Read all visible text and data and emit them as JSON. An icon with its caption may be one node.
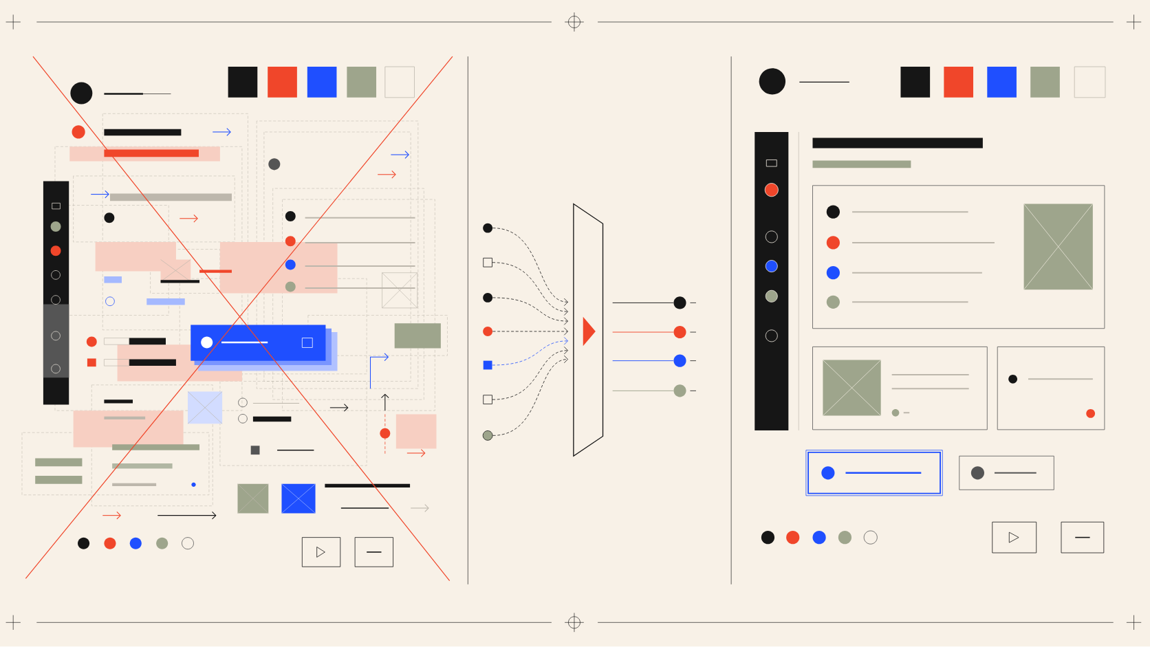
{
  "diagram": {
    "nodes": [
      {
        "text": [],
        "shape": "circle"
      },
      {
        "text": [],
        "shape": "box"
      },
      {
        "text": [],
        "shape": "circle"
      },
      {
        "text": [],
        "shape": "circle"
      },
      {
        "text": [],
        "shape": "box"
      },
      {
        "text": [],
        "shape": "box"
      },
      {
        "text": [],
        "shape": "circle"
      },
      {
        "text": [],
        "shape": "trapezoid"
      },
      {
        "text": [],
        "shape": "circle"
      },
      {
        "text": [],
        "shape": "circle"
      },
      {
        "text": [],
        "shape": "circle"
      },
      {
        "text": [],
        "shape": "circle"
      }
    ],
    "edges": [
      {
        "from": 0,
        "to": 7,
        "arrow": "to",
        "style": "dashed"
      },
      {
        "from": 1,
        "to": 7,
        "arrow": "to",
        "style": "dashed"
      },
      {
        "from": 2,
        "to": 7,
        "arrow": "to",
        "style": "dashed"
      },
      {
        "from": 3,
        "to": 7,
        "arrow": "to",
        "style": "dashed"
      },
      {
        "from": 4,
        "to": 7,
        "arrow": "to",
        "style": "dashed",
        "color": "#1f4fff"
      },
      {
        "from": 5,
        "to": 7,
        "arrow": "to",
        "style": "dashed"
      },
      {
        "from": 6,
        "to": 7,
        "arrow": "to",
        "style": "dashed"
      },
      {
        "from": 7,
        "to": 8,
        "arrow": "none"
      },
      {
        "from": 7,
        "to": 9,
        "arrow": "none",
        "color": "#f0462a"
      },
      {
        "from": 7,
        "to": 10,
        "arrow": "none",
        "color": "#1f4fff"
      },
      {
        "from": 7,
        "to": 11,
        "arrow": "none",
        "color": "#9ea58c"
      }
    ]
  }
}
